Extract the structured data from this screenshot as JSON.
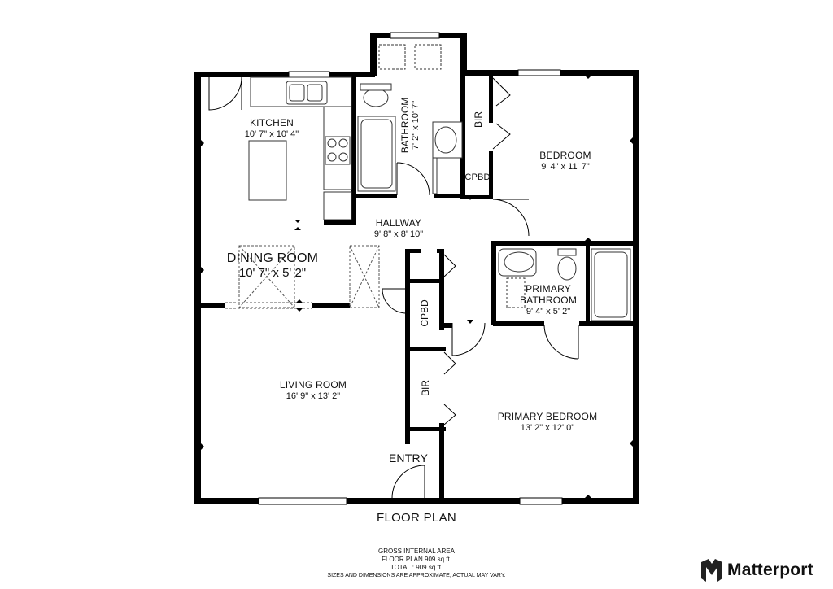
{
  "rooms": {
    "kitchen": {
      "name": "KITCHEN",
      "dims": "10' 7\" x 10' 4\""
    },
    "bathroom": {
      "name": "BATHROOM",
      "dims": "7' 2\" x 10' 7\""
    },
    "bedroom": {
      "name": "BEDROOM",
      "dims": "9' 4\" x 11' 7\""
    },
    "hallway": {
      "name": "HALLWAY",
      "dims": "9' 8\" x 8' 10\""
    },
    "dining_room": {
      "name": "DINING ROOM",
      "dims": "10' 7\" x 5' 2\""
    },
    "primary_bathroom": {
      "name_line1": "PRIMARY",
      "name_line2": "BATHROOM",
      "dims": "9' 4\" x 5' 2\""
    },
    "living_room": {
      "name": "LIVING ROOM",
      "dims": "16' 9\" x 13' 2\""
    },
    "primary_bedroom": {
      "name": "PRIMARY BEDROOM",
      "dims": "13' 2\" x 12' 0\""
    },
    "entry": {
      "name": "ENTRY"
    }
  },
  "closets": {
    "bir_top": "BIR",
    "cpbd_top": "CPBD",
    "cpbd_mid": "CPBD",
    "bir_mid": "BIR"
  },
  "caption": "FLOOR PLAN",
  "area": {
    "line1": "GROSS INTERNAL AREA",
    "line2": "FLOOR PLAN 909 sq.ft.",
    "line3": "TOTAL : 909 sq.ft.",
    "line4": "SIZES AND DIMENSIONS ARE APPROXIMATE, ACTUAL MAY VARY."
  },
  "brand": {
    "name": "Matterport"
  },
  "colors": {
    "wall": "#000000",
    "fixture": "#333333",
    "background": "#ffffff"
  }
}
